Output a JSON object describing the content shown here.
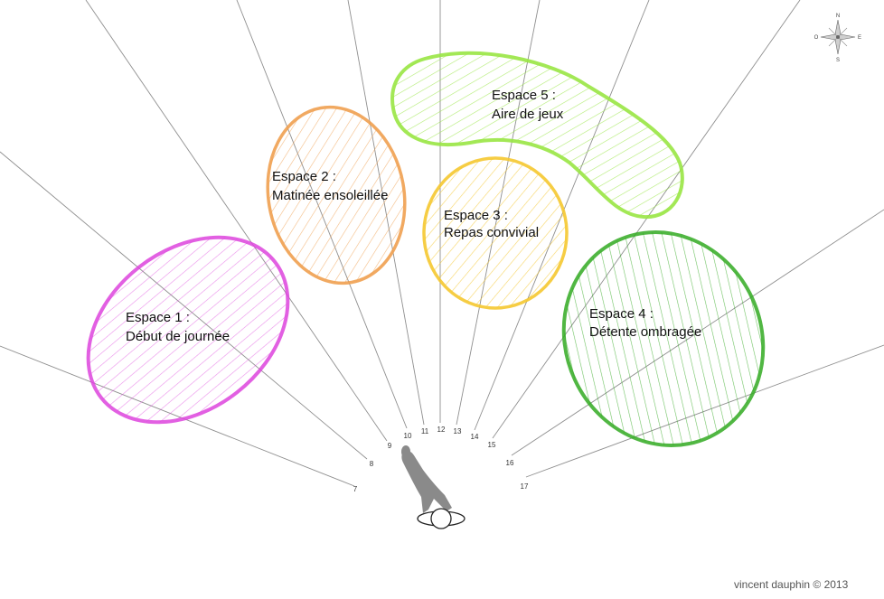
{
  "zones": [
    {
      "id": "espace-1",
      "title": "Espace 1 :",
      "subtitle": "Début de journée",
      "color": "#dd44dd"
    },
    {
      "id": "espace-2",
      "title": "Espace 2 :",
      "subtitle": "Matinée ensoleillée",
      "color": "#f0a050"
    },
    {
      "id": "espace-3",
      "title": "Espace 3 :",
      "subtitle": "Repas convivial",
      "color": "#f5c830"
    },
    {
      "id": "espace-4",
      "title": "Espace 4 :",
      "subtitle": "Détente ombragée",
      "color": "#33aa22"
    },
    {
      "id": "espace-5",
      "title": "Espace 5 :",
      "subtitle": "Aire de jeux",
      "color": "#99e544"
    }
  ],
  "hours": [
    "7",
    "8",
    "9",
    "10",
    "11",
    "12",
    "13",
    "14",
    "15",
    "16",
    "17"
  ],
  "compass": {
    "n": "N",
    "s": "S",
    "e": "E",
    "w": "O"
  },
  "credit": "vincent dauphin © 2013",
  "colors": {
    "rays": "#8f8f8f",
    "person": "#8a8a8a"
  }
}
